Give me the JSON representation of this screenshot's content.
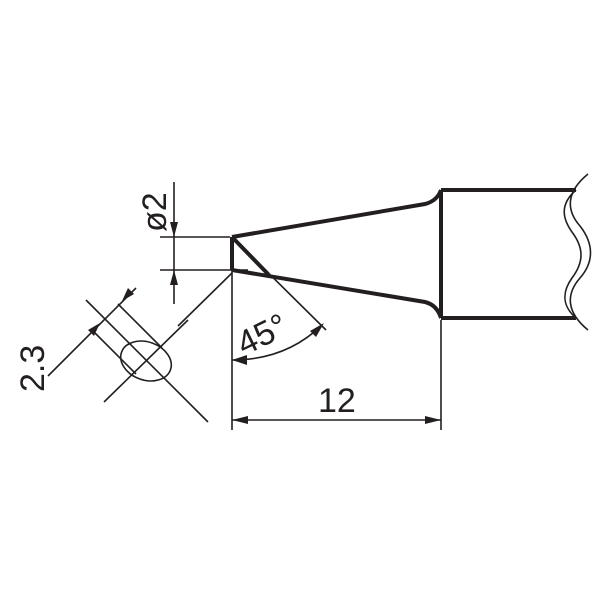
{
  "drawing": {
    "dimensions": {
      "diameter": "ø2",
      "width_2_3": "2.3",
      "angle": "45°",
      "length": "12"
    },
    "stroke_color": "#231f20"
  }
}
